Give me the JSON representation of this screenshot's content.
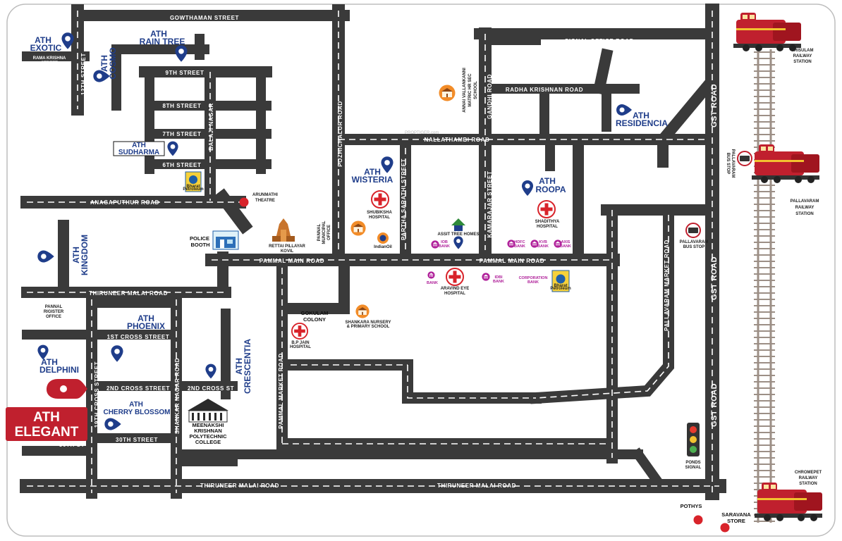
{
  "map": {
    "roads": {
      "gowthaman_street": "GOWTHAMAN STREET",
      "signal_office_road": "SIGNAL OFFICE ROAD",
      "rama_krishna_street": [
        "RAMA KRISHNA",
        "STREET"
      ],
      "twelfth_street": "12TH STREET",
      "ninth_street": "9TH STREET",
      "eighth_street": "8TH STREET",
      "seventh_street": "7TH STREET",
      "sixth_street": "6TH STREET",
      "balaji_nagar": "BALAJI NAGAR",
      "pozhichalur_road": "POZHICHALUR ROAD",
      "gandhi_road": "GANDHI ROAD",
      "radha_krishnan_road": "RADHA KRISHNAN ROAD",
      "nallathambi_road": "NALLATHAMBI ROAD",
      "gst_road": "GST ROAD",
      "anagaputhur_road": "ANAGAPUTHUR ROAD",
      "partha_sarathi_street": "PARTHA SARATHI STREET",
      "kamarajar_street": "KAMARAJAR STREET",
      "pammal_main_road": "PAMMAL MAIN ROAD",
      "thiruneer_malai_road": "THIRUNEER MALAI ROAD",
      "thiruneer_malai_road_bottom": "THIRUNEER MALAI ROAD",
      "pallavaram_market_road": "PALLAVARAM MARKET ROAD",
      "pammal_market_road": "PAMMAL MARKET ROAD",
      "first_cross_street": "1ST CROSS STREET",
      "second_cross_street": "2ND CROSS STREET",
      "second_cross_st": "2ND CROSS ST",
      "nineteenth_cross_street": "19TH CROSS STREET",
      "shankar_nagar_road": "SHANKAR NAGAR ROAD",
      "thirtieth_street": "30TH STREET",
      "thirtieth_st": "30TH ST"
    },
    "projects": {
      "exotic": [
        "ATH",
        "EXOTIC"
      ],
      "cosmo": [
        "ATH",
        "COSMO"
      ],
      "rain_tree": [
        "ATH",
        "RAIN TREE"
      ],
      "sudharma": [
        "ATH",
        "SUDHARMA"
      ],
      "wisteria": [
        "ATH",
        "WISTERIA"
      ],
      "roopa": [
        "ATH",
        "ROOPA"
      ],
      "residencia": [
        "ATH",
        "RESIDENCIA"
      ],
      "kingdom": [
        "ATH",
        "KINGDOM"
      ],
      "phoenix": [
        "ATH",
        "PHOENIX"
      ],
      "delphini": [
        "ATH",
        "DELPHINI"
      ],
      "cherry_blossom": [
        "ATH",
        "CHERRY BLOSSOM"
      ],
      "crescentia": [
        "ATH",
        "CRESCENTIA"
      ],
      "elegant": [
        "ATH",
        "ELEGANT"
      ]
    },
    "landmarks": {
      "annai_school": [
        "ANNAI VALLANKANNI",
        "MATRIC HR SEC",
        "SCHOOL"
      ],
      "arunmathi_theatre": [
        "ARUNMATHI",
        "THEATRE"
      ],
      "police_booth": [
        "POLICE",
        "BOOTH"
      ],
      "rettai_pillayar_kovil": [
        "RETTAI PILLAYAR",
        "KOVIL"
      ],
      "pannal_municipal_office": [
        "PANNAL",
        "MUNICIPAL",
        "OFFICE"
      ],
      "shubiksha_hospital": [
        "SHUBIKSHA",
        "HOSPITAL"
      ],
      "indian_oil": "IndianOil",
      "assit_tree_homes": "ASSIT TREE HOMES",
      "shadithya_hospital": [
        "SHADITHYA",
        "HOSPITAL"
      ],
      "iob_bank": [
        "IOB",
        "BANK"
      ],
      "hdfc_bank": [
        "HDFC",
        "BANK"
      ],
      "kvb_bank": [
        "KVB",
        "BANK"
      ],
      "axis_bank": [
        "AXIS",
        "BANK"
      ],
      "bank_small": "BANK",
      "aravind_eye_hospital": [
        "ARAVIND EYE",
        "HOSPITAL"
      ],
      "idbi_bank": [
        "IDBI",
        "BANK"
      ],
      "corporation_bank": [
        "CORPORATION",
        "BANK"
      ],
      "bharat_petroleum": [
        "Bharat",
        "Petroleum"
      ],
      "gokulam_colony": [
        "GOKULAM",
        "COLONY"
      ],
      "shankara_school": [
        "SHANKARA NURSERY",
        "& PRIMARY SCHOOL"
      ],
      "bp_jain_hospital": [
        "B.P JAIN",
        "HOSPITAL"
      ],
      "pannal_register_office": [
        "PANNAL",
        "RIGISTER",
        "OFFICE"
      ],
      "meenakshi_college": [
        "MEENAKSHI",
        "KRISHNAN",
        "POLYTECHNIC",
        "COLLEGE"
      ],
      "trisulam_station": [
        "TRISULAM",
        "RAILWAY",
        "STATION"
      ],
      "pallavaram_bus_stop_right": [
        "PALLAVARAM",
        "BUS STOP"
      ],
      "pallavaram_station": [
        "PALLAVARAM",
        "RAILWAY",
        "STATION"
      ],
      "pallavaram_bus_stop": [
        "PALLAVARAM",
        "BUS STOP"
      ],
      "ponds_signal": [
        "PONDS",
        "SIGNAL"
      ],
      "chromepet_station": [
        "CHROMEPET",
        "RAILWAY",
        "STATION"
      ],
      "pothys": "POTHYS",
      "saravana_store": [
        "SARAVANA",
        "STORE"
      ],
      "watermark": "PROPTIGER.com"
    },
    "colors": {
      "road": "#3a3a3a",
      "lane_dash": "#ffffff",
      "project_blue": "#1f3d8a",
      "highlight_red": "#c0202e",
      "hospital_red": "#d8232a",
      "bank_magenta": "#b0219a",
      "train_red": "#c0202e",
      "rail": "#9c8f86"
    },
    "icons": [
      "location-pin-icon",
      "hospital-cross-icon",
      "school-icon",
      "temple-icon",
      "petrol-pump-icon",
      "bank-icon",
      "traffic-signal-icon",
      "bus-stop-icon",
      "train-icon",
      "police-booth-icon",
      "college-icon"
    ]
  }
}
